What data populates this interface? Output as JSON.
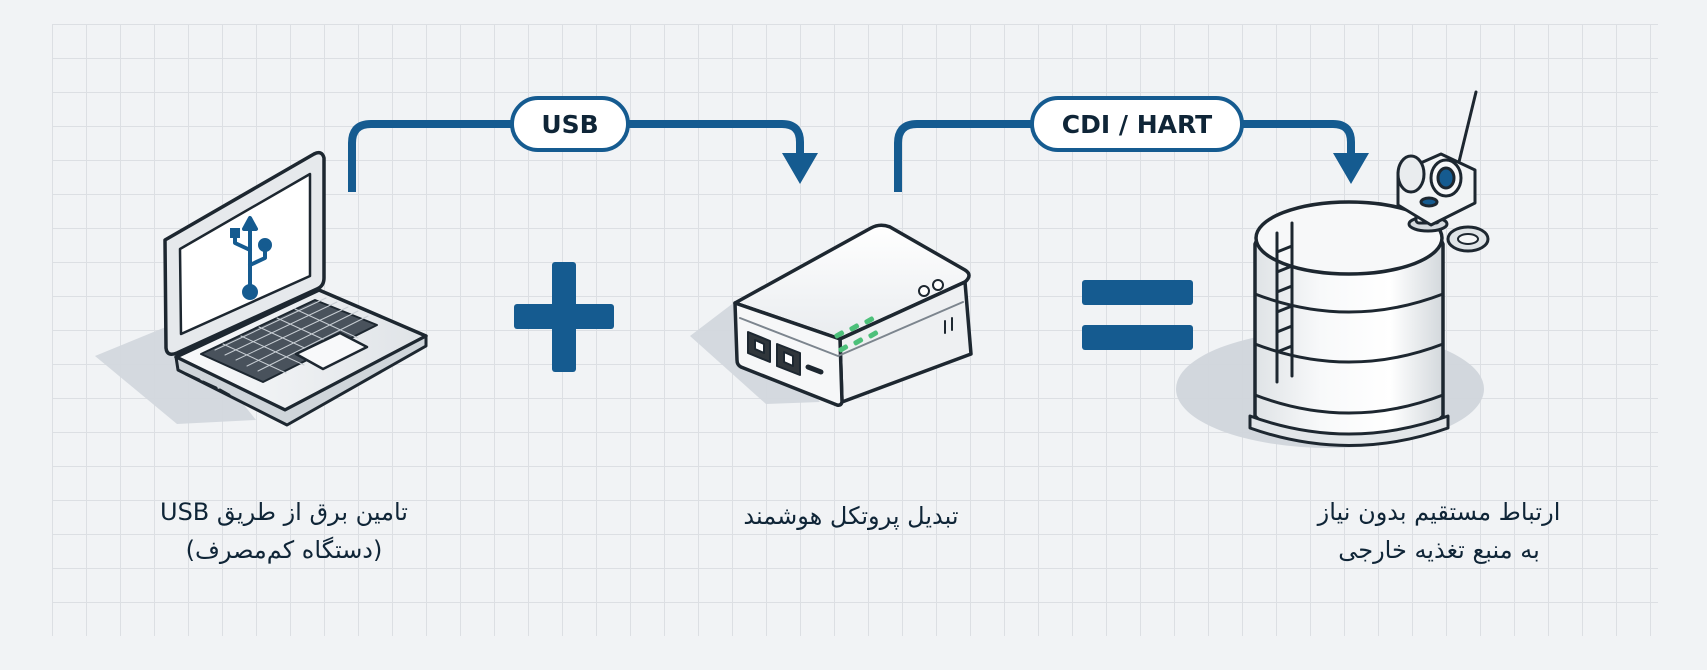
{
  "connection_labels": {
    "usb": "USB",
    "protocol": "CDI / HART"
  },
  "captions": {
    "laptop": {
      "line1": "تامین برق از طریق USB",
      "line2": "(دستگاه کم‌مصرف)"
    },
    "converter": {
      "line1": "تبدیل پروتکل هوشمند"
    },
    "tank": {
      "line1": "ارتباط مستقیم بدون نیاز",
      "line2": "به منبع تغذیه خارجی"
    }
  },
  "colors": {
    "accent": "#155b90",
    "outline": "#1d2730",
    "background": "#f1f3f5",
    "grid": "#dadde2",
    "status_green": "#4cc07a"
  },
  "icons": {
    "laptop": "laptop-with-usb-icon",
    "plus": "plus-sign",
    "converter": "protocol-converter-device",
    "equals": "equals-sign",
    "tank": "storage-tank-with-transmitter"
  }
}
